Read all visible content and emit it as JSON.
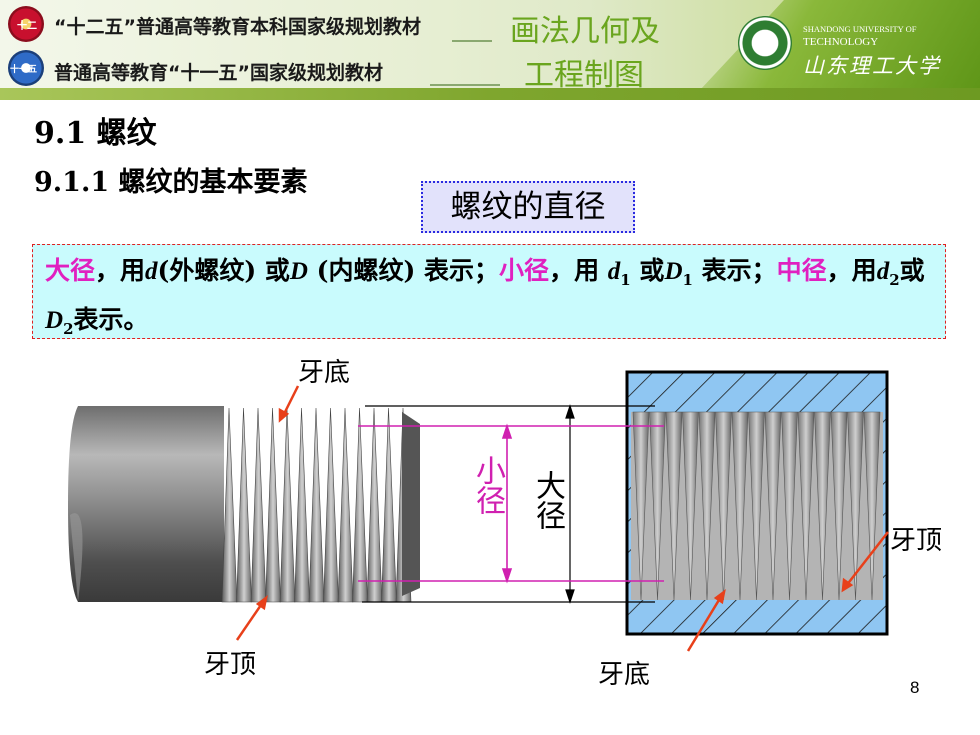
{
  "header": {
    "line1": "“十二五”普通高等教育本科国家级规划教材",
    "line2": "普通高等教育“十一五”国家级规划教材",
    "title_line1": "画法几何及",
    "title_line2": "工程制图",
    "logo1_text": "十二",
    "logo2_text": "十一五",
    "university_en_line1": "SHANDONG UNIVERSITY OF",
    "university_en_line2": "TECHNOLOGY",
    "university_cn": "山东理工大学"
  },
  "section_title": "9.1  螺纹",
  "subsection_title": "9.1.1  螺纹的基本要素",
  "topic_label": "螺纹的直径",
  "definition": {
    "major_term": "大径",
    "major_text_a": "，用",
    "major_sym_d": "d",
    "major_text_b": "(外螺纹) 或",
    "major_sym_D": "D",
    "major_text_c": " (内螺纹) 表示；",
    "minor_term": "小径",
    "minor_text_a": "，用 ",
    "minor_sym_d": "d",
    "minor_sub_d": "1",
    "minor_text_b": " 或",
    "minor_sym_D": "D",
    "minor_sub_D": "1",
    "minor_text_c": " 表示；",
    "pitch_term": "中径",
    "pitch_text_a": "，用",
    "pitch_sym_d": "d",
    "pitch_sub_d": "2",
    "pitch_text_b": "或",
    "pitch_sym_D": "D",
    "pitch_sub_D": "2",
    "pitch_text_c": "表示。"
  },
  "figure": {
    "root_top_label": "牙底",
    "crest_bottom_label": "牙顶",
    "root_bottom_label": "牙底",
    "crest_right_label": "牙顶",
    "minor_dim_label": "小径",
    "major_dim_label": "大径"
  },
  "colors": {
    "term_highlight": "#e020c0",
    "leader_red": "#e8401a",
    "hatch_fill": "#8fc6f2",
    "banner_green": "#6aa51e"
  },
  "page_number": "8"
}
